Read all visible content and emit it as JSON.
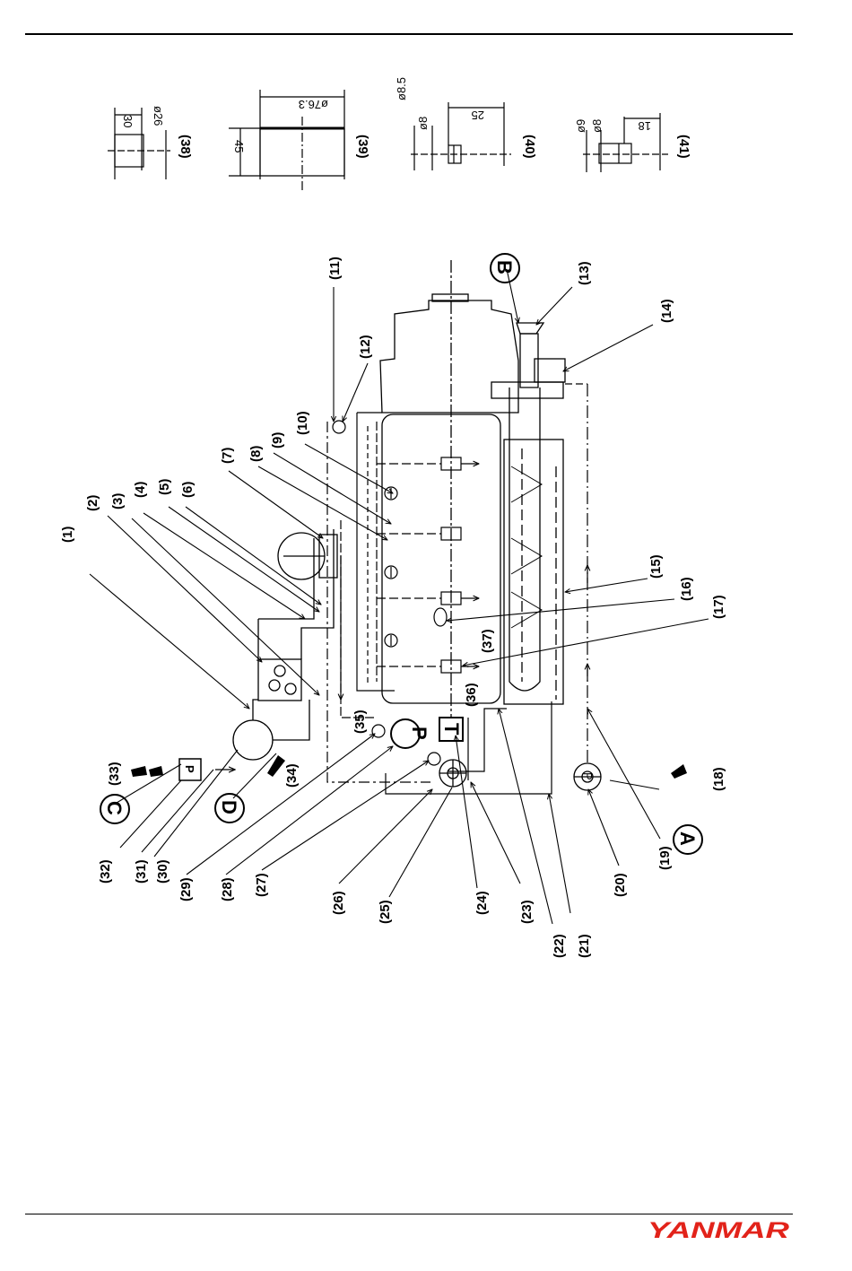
{
  "brand": {
    "logo_text": "YANMAR",
    "logo_color": "#e2231a"
  },
  "dimensions": {
    "d38_a": "30",
    "d38_b": "ø26",
    "d39_a": "ø76.3",
    "d39_b": "45",
    "d40_a": "ø8.5",
    "d40_b": "ø8",
    "d40_c": "25",
    "d41_a": "ø9",
    "d41_b": "ø8",
    "d41_c": "18"
  },
  "callouts": {
    "c1": "(1)",
    "c2": "(2)",
    "c3": "(3)",
    "c4": "(4)",
    "c5": "(5)",
    "c6": "(6)",
    "c7": "(7)",
    "c8": "(8)",
    "c9": "(9)",
    "c10": "(10)",
    "c11": "(11)",
    "c12": "(12)",
    "c13": "(13)",
    "c14": "(14)",
    "c15": "(15)",
    "c16": "(16)",
    "c17": "(17)",
    "c18": "(18)",
    "c19": "(19)",
    "c20": "(20)",
    "c21": "(21)",
    "c22": "(22)",
    "c23": "(23)",
    "c24": "(24)",
    "c25": "(25)",
    "c26": "(26)",
    "c27": "(27)",
    "c28": "(28)",
    "c29": "(29)",
    "c30": "(30)",
    "c31": "(31)",
    "c32": "(32)",
    "c33": "(33)",
    "c34": "(34)",
    "c35": "(35)",
    "c36": "(36)",
    "c37": "(37)",
    "c38": "(38)",
    "c39": "(39)",
    "c40": "(40)",
    "c41": "(41)"
  },
  "connections": {
    "a": "A",
    "b": "B",
    "c": "C",
    "d": "D"
  },
  "symbols": {
    "pump_p": "P",
    "thermostat_t": "T",
    "small_p": "P",
    "pump_small_p": "P"
  }
}
